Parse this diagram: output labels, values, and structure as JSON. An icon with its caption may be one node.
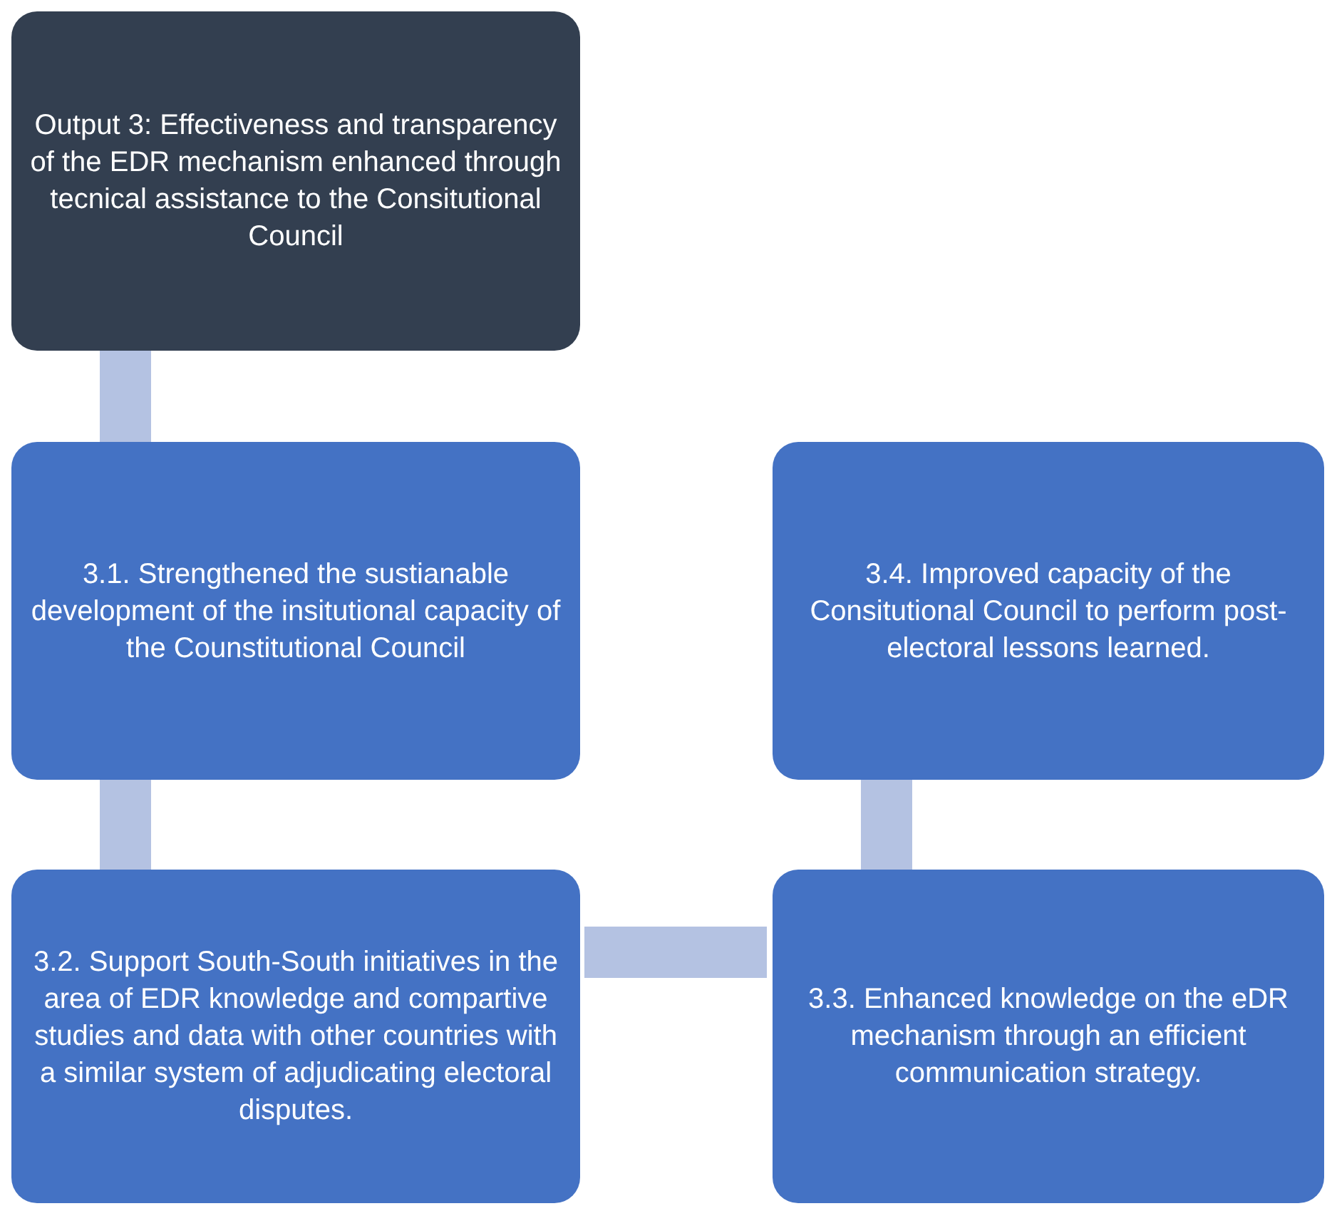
{
  "diagram": {
    "nodes": [
      {
        "text": [
          "Output 3: Effectiveness and transparency of the EDR mechanism enhanced through tecnical assistance to the Consitutional Council"
        ]
      },
      {
        "text": [
          "3.1. Strengthened the sustianable development of the insitutional capacity of the Counstitutional Council"
        ]
      },
      {
        "text": [
          "3.4. Improved capacity of the Consitutional Council to perform post-electoral lessons learned."
        ]
      },
      {
        "text": [
          "3.2. Support South-South initiatives in the area of EDR knowledge and compartive studies and data with other countries with a similar system of adjudicating electoral disputes."
        ]
      },
      {
        "text": [
          "3.3. Enhanced knowledge on the eDR mechanism through an efficient communication strategy."
        ]
      }
    ],
    "edges": [
      {
        "from": 0,
        "to": 1,
        "arrow": "none"
      },
      {
        "from": 1,
        "to": 3,
        "arrow": "none"
      },
      {
        "from": 3,
        "to": 4,
        "arrow": "none"
      },
      {
        "from": 4,
        "to": 2,
        "arrow": "none"
      }
    ]
  }
}
